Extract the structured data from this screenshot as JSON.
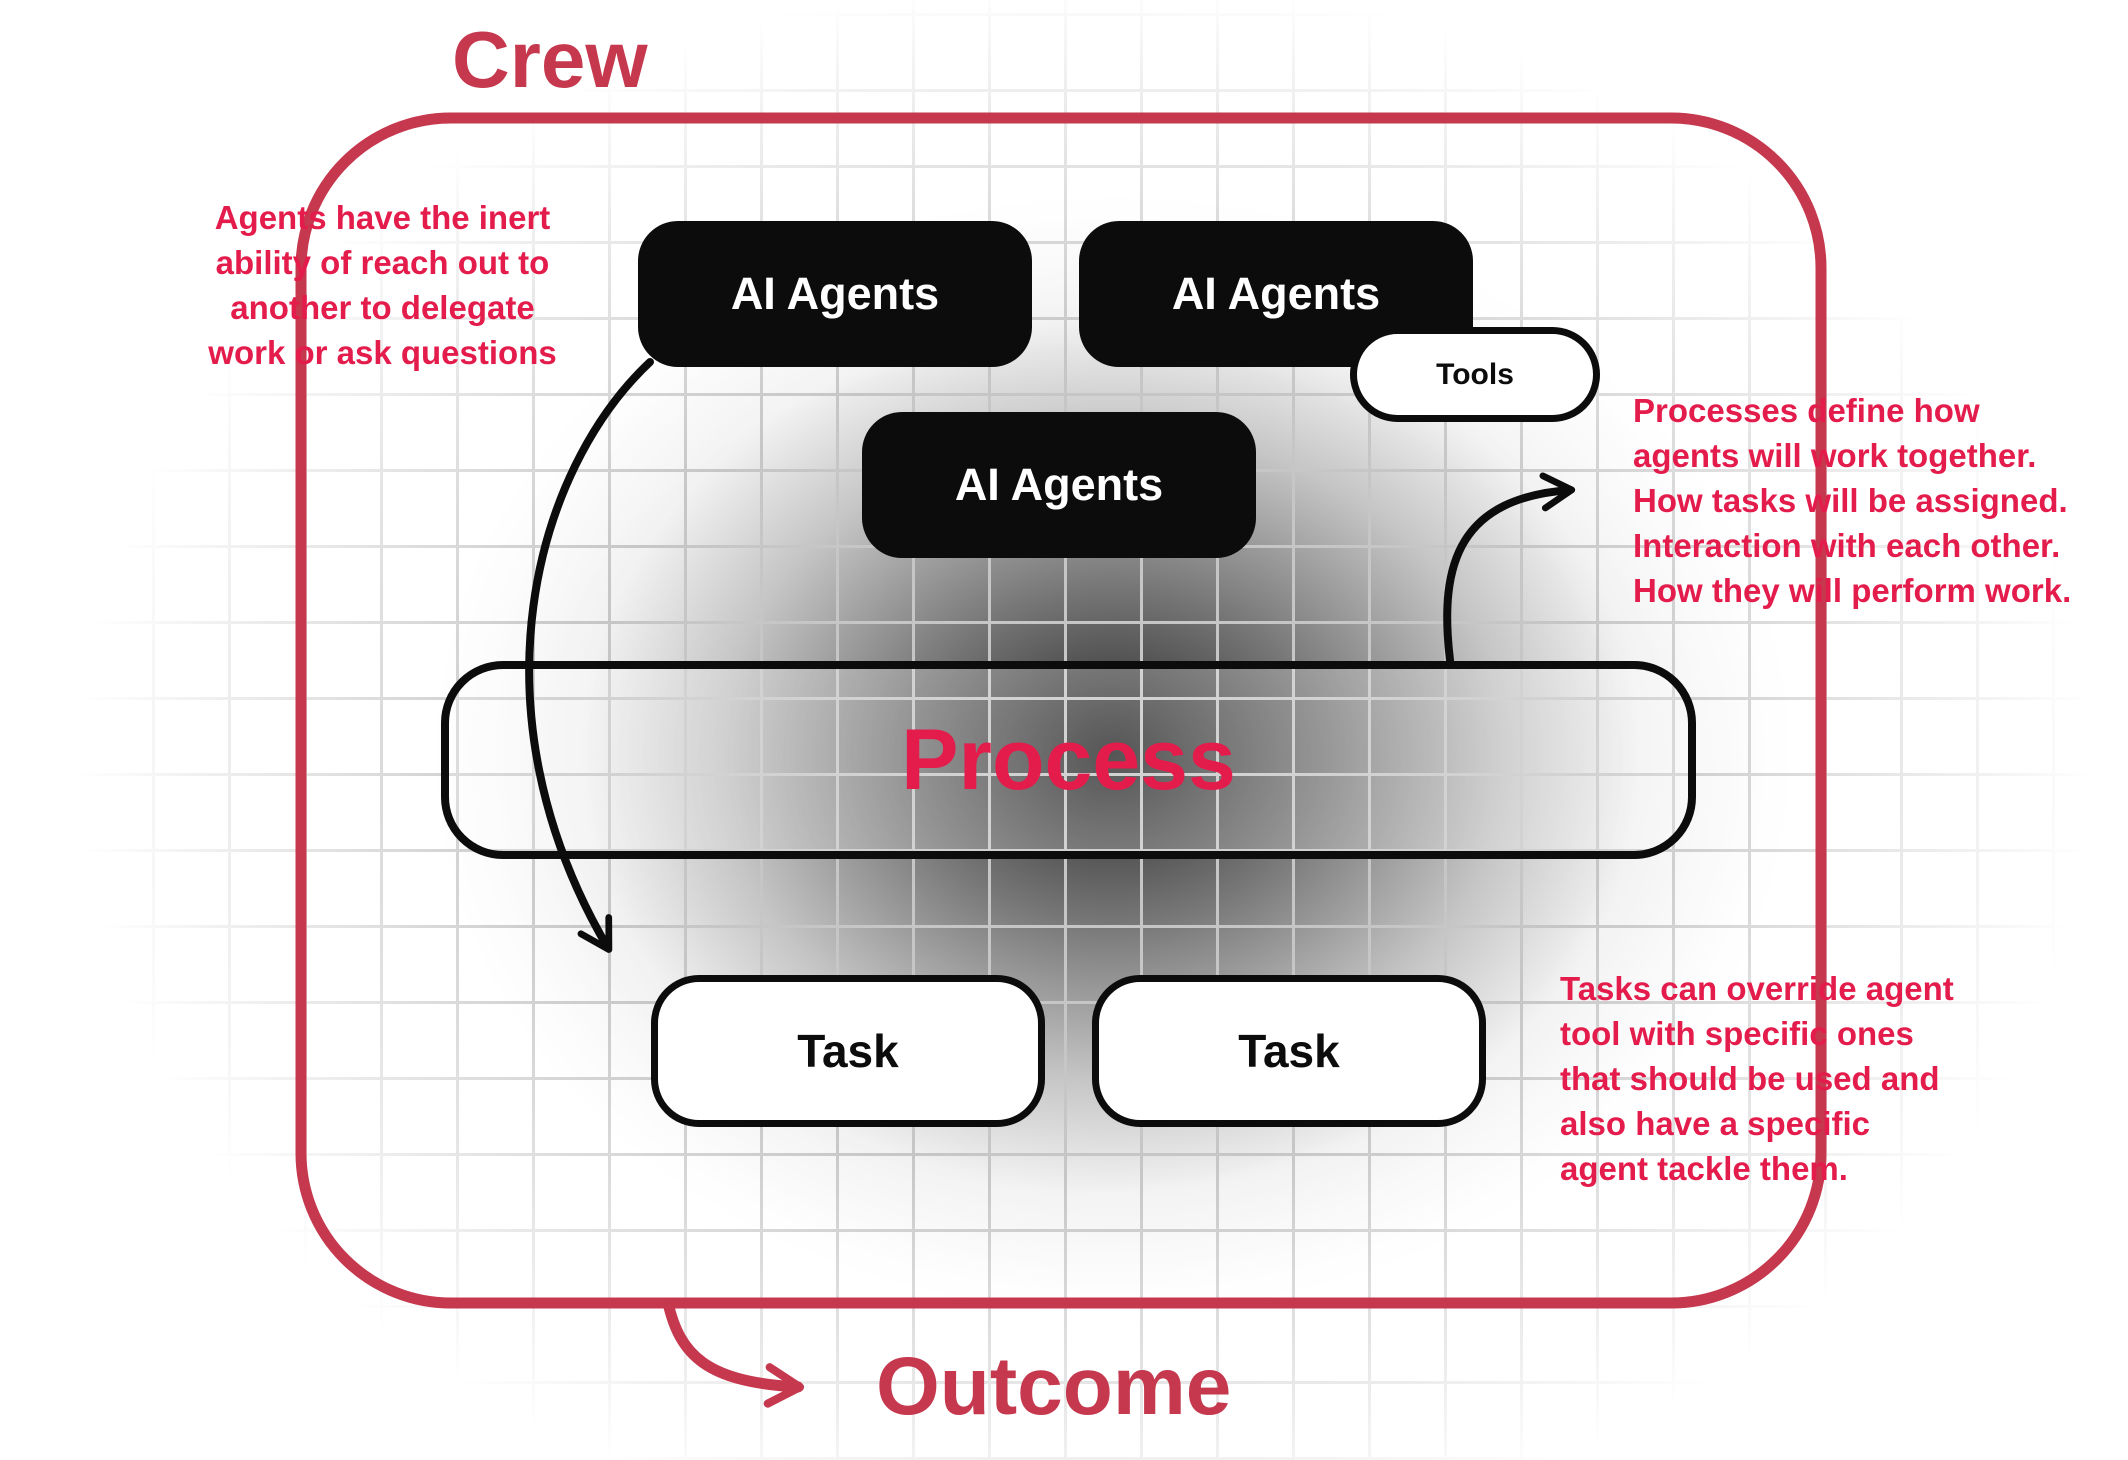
{
  "colors": {
    "red_border": "#c5384e",
    "red_accent": "#e31c4c",
    "box_black": "#0c0c0c",
    "grid_line": "#c6c6c6"
  },
  "labels": {
    "crew": "Crew",
    "outcome": "Outcome"
  },
  "boxes": {
    "agents": [
      "AI Agents",
      "AI Agents",
      "AI Agents"
    ],
    "tools": "Tools",
    "process": "Process",
    "tasks": [
      "Task",
      "Task"
    ]
  },
  "annotations": {
    "left": "Agents have the inert\nability of reach out to\nanother to delegate\nwork or ask questions",
    "right_top": "Processes define how\nagents will work together.\nHow tasks will be assigned.\nInteraction with each other.\nHow they will perform work.",
    "right_bottom": "Tasks can override agent\ntool with specific ones\nthat should be used and\nalso have a specific\nagent tackle them."
  }
}
